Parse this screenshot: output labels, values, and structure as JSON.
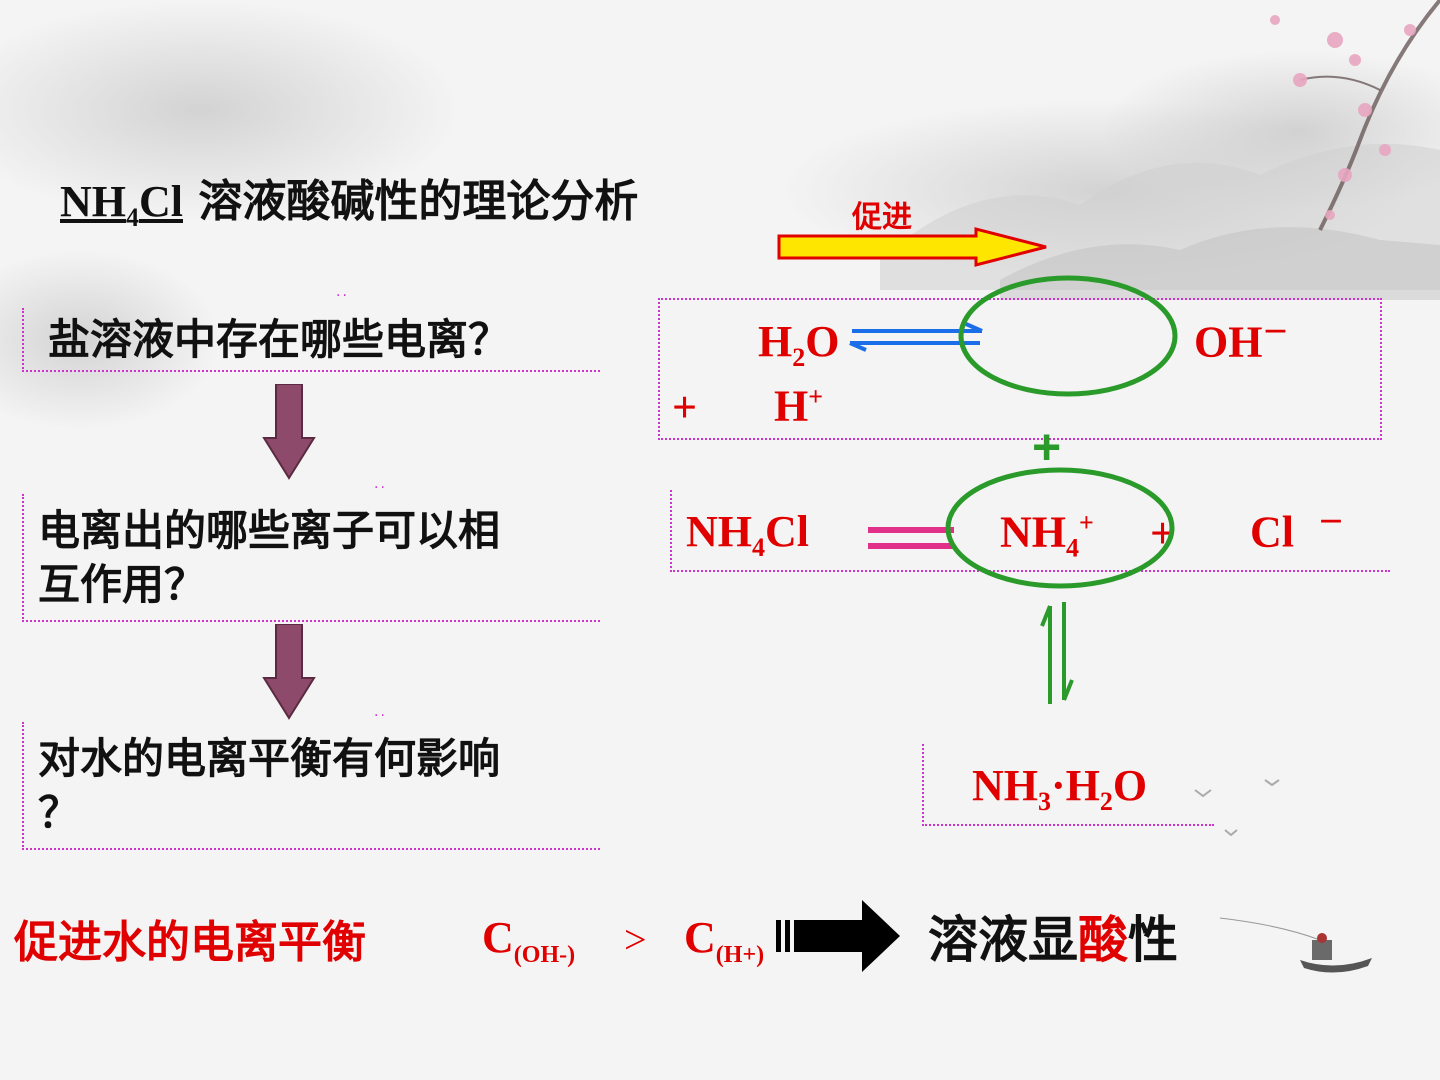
{
  "title": {
    "formula_main": "NH",
    "formula_sub": "4",
    "formula_end": "Cl",
    "text": " 溶液酸碱性的理论分析"
  },
  "questions": [
    {
      "text": "盐溶液中存在哪些电离？"
    },
    {
      "text_line1": "电离出的哪些离子可以相",
      "text_line2": "互作用？"
    },
    {
      "text_line1": "对水的电离平衡有何影响",
      "text_line2": "？"
    }
  ],
  "promote_label": "促进",
  "water_eq": {
    "h2o_h": "H",
    "h2o_sub": "2",
    "h2o_o": "O",
    "oh": "OH",
    "oh_sup": "－",
    "plus": "+",
    "h": "H",
    "h_sup": "+"
  },
  "nh4cl_eq": {
    "nh4cl_a": "NH",
    "nh4cl_sub": "4",
    "nh4cl_b": "Cl",
    "nh4_a": "NH",
    "nh4_sub": "4",
    "nh4_sup": "+",
    "plus": "+",
    "cl": "Cl",
    "cl_sup": "－"
  },
  "center_plus": "+",
  "nh3h2o": {
    "a": "NH",
    "sub1": "3",
    "b": "·H",
    "sub2": "2",
    "c": "O"
  },
  "bottom": {
    "statement": "促进水的电离平衡",
    "c1": "C",
    "c1_sub": "(OH-)",
    "gt": ">",
    "c2": "C",
    "c2_sub": "(H+)",
    "result_a": "溶液显",
    "result_hl": "酸",
    "result_b": "性"
  },
  "colors": {
    "red": "#e00000",
    "green": "#2a9a2a",
    "magenta": "#cc33cc",
    "arrow_purple": "#8e4a6a",
    "blue": "#1a6ee8",
    "yellow": "#ffe600"
  }
}
